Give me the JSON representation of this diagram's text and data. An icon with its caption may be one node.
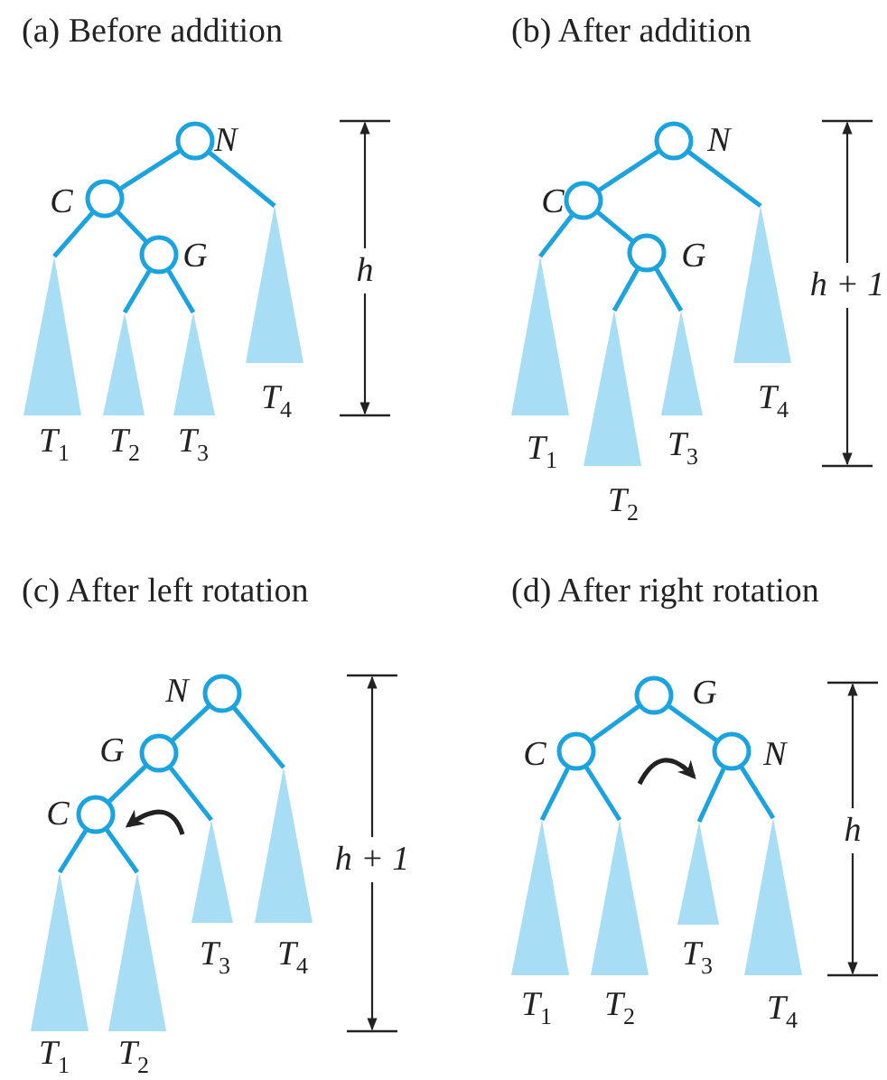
{
  "diagram": {
    "nodes": [
      {
        "text": [],
        "shape": "circle",
        "beside": [
          "N"
        ]
      },
      {
        "text": [],
        "shape": "circle",
        "beside": [
          "C"
        ]
      },
      {
        "text": [],
        "shape": "circle",
        "beside": [
          "G"
        ]
      },
      {
        "text": [],
        "shape": "triangle",
        "beside": [
          "T$_{1}$"
        ]
      },
      {
        "text": [],
        "shape": "triangle",
        "beside": [
          "T$_{2}$"
        ]
      },
      {
        "text": [],
        "shape": "triangle",
        "beside": [
          "T$_{3}$"
        ]
      },
      {
        "text": [],
        "shape": "triangle",
        "beside": [
          "T$_{4}$"
        ]
      },
      {
        "text": [],
        "shape": "circle",
        "beside": [
          "N"
        ]
      },
      {
        "text": [],
        "shape": "circle",
        "beside": [
          "C"
        ]
      },
      {
        "text": [],
        "shape": "circle",
        "beside": [
          "G"
        ]
      },
      {
        "text": [],
        "shape": "triangle",
        "beside": [
          "T$_{1}$"
        ]
      },
      {
        "text": [],
        "shape": "triangle",
        "beside": [
          "T$_{2}$"
        ]
      },
      {
        "text": [],
        "shape": "triangle",
        "beside": [
          "T$_{3}$"
        ]
      },
      {
        "text": [],
        "shape": "triangle",
        "beside": [
          "T$_{4}$"
        ]
      },
      {
        "text": [],
        "shape": "circle",
        "beside": [
          "N"
        ]
      },
      {
        "text": [],
        "shape": "circle",
        "beside": [
          "G"
        ]
      },
      {
        "text": [],
        "shape": "circle",
        "beside": [
          "C"
        ]
      },
      {
        "text": [],
        "shape": "triangle",
        "beside": [
          "T$_{1}$"
        ]
      },
      {
        "text": [],
        "shape": "triangle",
        "beside": [
          "T$_{2}$"
        ]
      },
      {
        "text": [],
        "shape": "triangle",
        "beside": [
          "T$_{3}$"
        ]
      },
      {
        "text": [],
        "shape": "triangle",
        "beside": [
          "T$_{4}$"
        ]
      },
      {
        "text": [],
        "shape": "circle",
        "beside": [
          "G"
        ]
      },
      {
        "text": [],
        "shape": "circle",
        "beside": [
          "C"
        ]
      },
      {
        "text": [],
        "shape": "circle",
        "beside": [
          "N"
        ]
      },
      {
        "text": [],
        "shape": "triangle",
        "beside": [
          "T$_{1}$"
        ]
      },
      {
        "text": [],
        "shape": "triangle",
        "beside": [
          "T$_{2}$"
        ]
      },
      {
        "text": [],
        "shape": "triangle",
        "beside": [
          "T$_{3}$"
        ]
      },
      {
        "text": [],
        "shape": "triangle",
        "beside": [
          "T$_{4}$"
        ]
      }
    ],
    "edges": [
      {
        "from": 0,
        "to": 1,
        "arrow": "none"
      },
      {
        "from": 0,
        "to": 6,
        "arrow": "none"
      },
      {
        "from": 1,
        "to": 3,
        "arrow": "none"
      },
      {
        "from": 1,
        "to": 2,
        "arrow": "none"
      },
      {
        "from": 2,
        "to": 4,
        "arrow": "none"
      },
      {
        "from": 2,
        "to": 5,
        "arrow": "none"
      },
      {
        "from": 7,
        "to": 8,
        "arrow": "none"
      },
      {
        "from": 7,
        "to": 13,
        "arrow": "none"
      },
      {
        "from": 8,
        "to": 10,
        "arrow": "none"
      },
      {
        "from": 8,
        "to": 9,
        "arrow": "none"
      },
      {
        "from": 9,
        "to": 11,
        "arrow": "none"
      },
      {
        "from": 9,
        "to": 12,
        "arrow": "none"
      },
      {
        "from": 14,
        "to": 15,
        "arrow": "none"
      },
      {
        "from": 14,
        "to": 20,
        "arrow": "none"
      },
      {
        "from": 15,
        "to": 16,
        "arrow": "none"
      },
      {
        "from": 15,
        "to": 19,
        "arrow": "none"
      },
      {
        "from": 16,
        "to": 17,
        "arrow": "none"
      },
      {
        "from": 16,
        "to": 18,
        "arrow": "none"
      },
      {
        "from": 21,
        "to": 22,
        "arrow": "none"
      },
      {
        "from": 21,
        "to": 23,
        "arrow": "none"
      },
      {
        "from": 22,
        "to": 24,
        "arrow": "none"
      },
      {
        "from": 22,
        "to": 25,
        "arrow": "none"
      },
      {
        "from": 23,
        "to": 26,
        "arrow": "none"
      },
      {
        "from": 23,
        "to": 27,
        "arrow": "none"
      }
    ],
    "labels": [
      "(a) Before addition",
      "(b) After addition",
      "h",
      "h + 1",
      "(c) After left rotation",
      "(d) After right rotation",
      "h + 1",
      "h"
    ]
  }
}
